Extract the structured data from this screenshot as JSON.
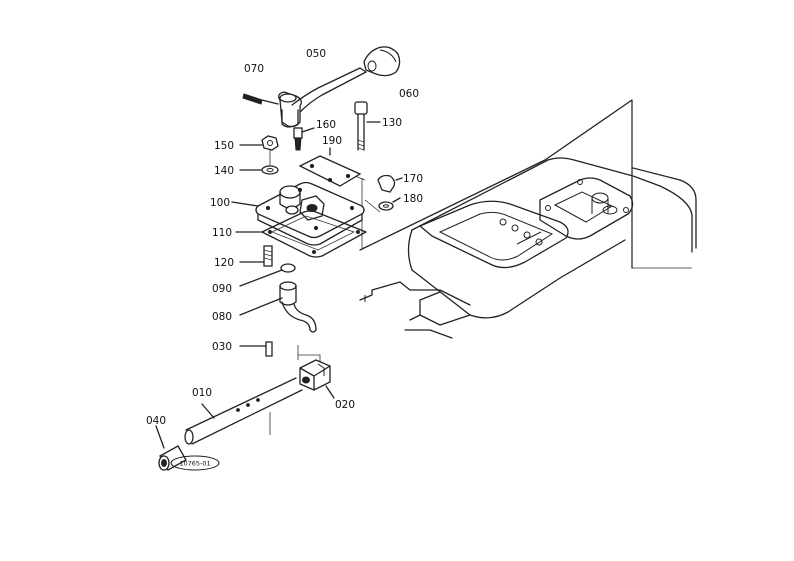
{
  "diagram": {
    "reference_code": "10765-01",
    "parts": [
      {
        "id": "p010",
        "label": "010"
      },
      {
        "id": "p020",
        "label": "020"
      },
      {
        "id": "p030",
        "label": "030"
      },
      {
        "id": "p040",
        "label": "040"
      },
      {
        "id": "p050",
        "label": "050"
      },
      {
        "id": "p060",
        "label": "060"
      },
      {
        "id": "p070",
        "label": "070"
      },
      {
        "id": "p080",
        "label": "080"
      },
      {
        "id": "p090",
        "label": "090"
      },
      {
        "id": "p100",
        "label": "100"
      },
      {
        "id": "p110",
        "label": "110"
      },
      {
        "id": "p120",
        "label": "120"
      },
      {
        "id": "p130",
        "label": "130"
      },
      {
        "id": "p140",
        "label": "140"
      },
      {
        "id": "p150",
        "label": "150"
      },
      {
        "id": "p160",
        "label": "160"
      },
      {
        "id": "p170",
        "label": "170"
      },
      {
        "id": "p180",
        "label": "180"
      },
      {
        "id": "p190",
        "label": "190"
      }
    ]
  }
}
